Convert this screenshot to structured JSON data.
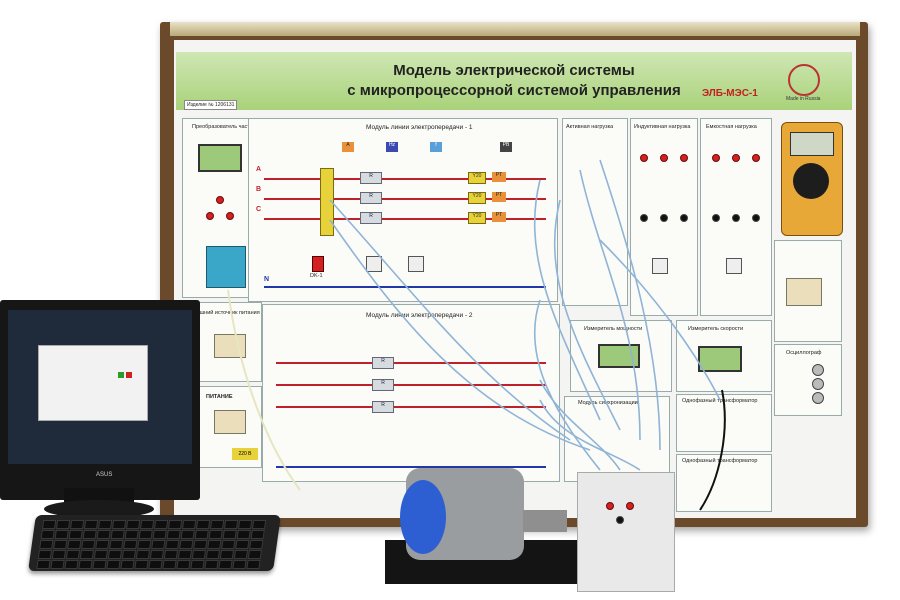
{
  "board": {
    "title_line1": "Модель электрической системы",
    "title_line2": "с микропроцессорной системой управления",
    "model_code": "ЭЛБ-МЭС-1",
    "serial": "Изделие № 1206131",
    "made_in": "Made in Russia"
  },
  "modules": {
    "freq_converter": "Преобразователь частоты",
    "line1": "Модуль линии электропередачи - 1",
    "line2": "Модуль линии электропередачи - 2",
    "active_load": "Активная нагрузка",
    "inductive_load": "Индуктивная нагрузка",
    "capacitive_load": "Емкостная нагрузка",
    "power_meter": "Измеритель мощности",
    "speed_meter": "Измеритель скорости",
    "oscilloscope": "Осциллограф",
    "single_phase_transformer_1": "Однофазный трансформатор",
    "single_phase_transformer_2": "Однофазный трансформатор",
    "supply": "ПИТАНИЕ",
    "external_source": "Внешний источник питания",
    "sync_module": "Модуль синхронизации",
    "neutral": "N",
    "phase_a": "A",
    "phase_b": "B",
    "phase_c": "C",
    "relay": "DK-1",
    "voltage_label": "220 B"
  },
  "monitor": {
    "brand": "ASUS"
  },
  "colors": {
    "header_green": "#a9d27a",
    "frame_brown": "#6b4a2b",
    "phase_red": "#c0202a",
    "neutral_blue": "#2238a8",
    "multimeter_orange": "#e7a838",
    "motor_blue": "#2d5fd2",
    "wire_blue": "#8fb4d6"
  }
}
